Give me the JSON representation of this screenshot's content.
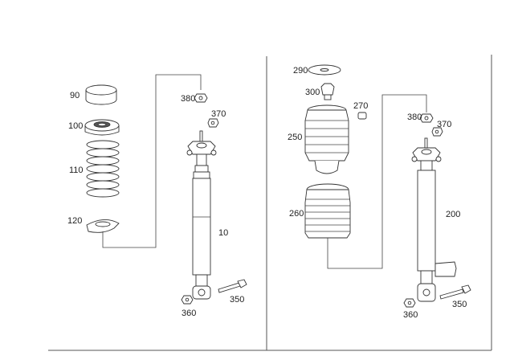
{
  "labels": {
    "l90": "90",
    "l100": "100",
    "l110": "110",
    "l120": "120",
    "l380a": "380",
    "l370a": "370",
    "l10": "10",
    "l360a": "360",
    "l350a": "350",
    "l290": "290",
    "l300": "300",
    "l270": "270",
    "l250": "250",
    "l260": "260",
    "l380b": "380",
    "l370b": "370",
    "l200": "200",
    "l360b": "360",
    "l350b": "350"
  }
}
